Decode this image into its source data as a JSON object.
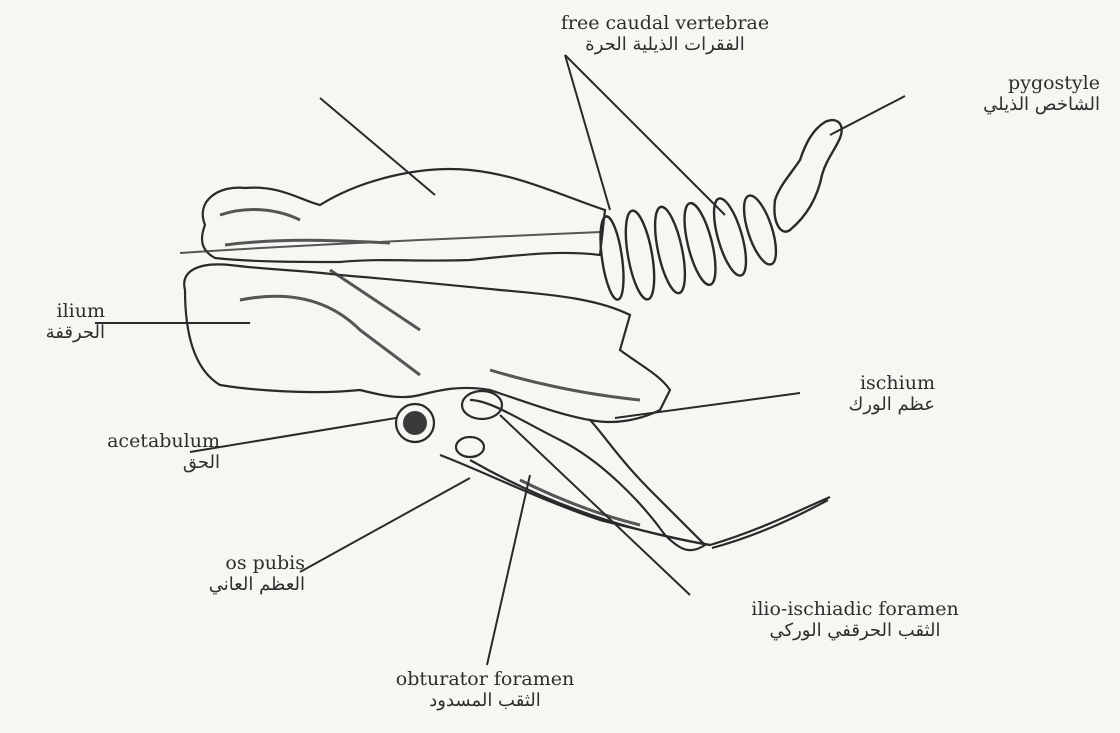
{
  "labels": {
    "free_caudal_vertebrae": {
      "en": "free caudal vertebrae",
      "ar": "الفقرات الذيلية الحرة"
    },
    "pygostyle": {
      "en": "pygostyle",
      "ar": "الشاخص الذيلي"
    },
    "ilium": {
      "en": "ilium",
      "ar": "الحرقفة"
    },
    "ischium": {
      "en": "ischium",
      "ar": "عظم الورك"
    },
    "acetabulum": {
      "en": "acetabulum",
      "ar": "الحق"
    },
    "os_pubis": {
      "en": "os pubis",
      "ar": "العظم العاني"
    },
    "ilio_ischiadic_foramen": {
      "en": "ilio-ischiadic foramen",
      "ar": "الثقب الحرقفي الوركي"
    },
    "obturator_foramen": {
      "en": "obturator foramen",
      "ar": "الثقب المسدود"
    }
  },
  "colors": {
    "ink": "#2a2a2a",
    "paper": "#f7f6f2",
    "shade": "#3a3a3a"
  }
}
